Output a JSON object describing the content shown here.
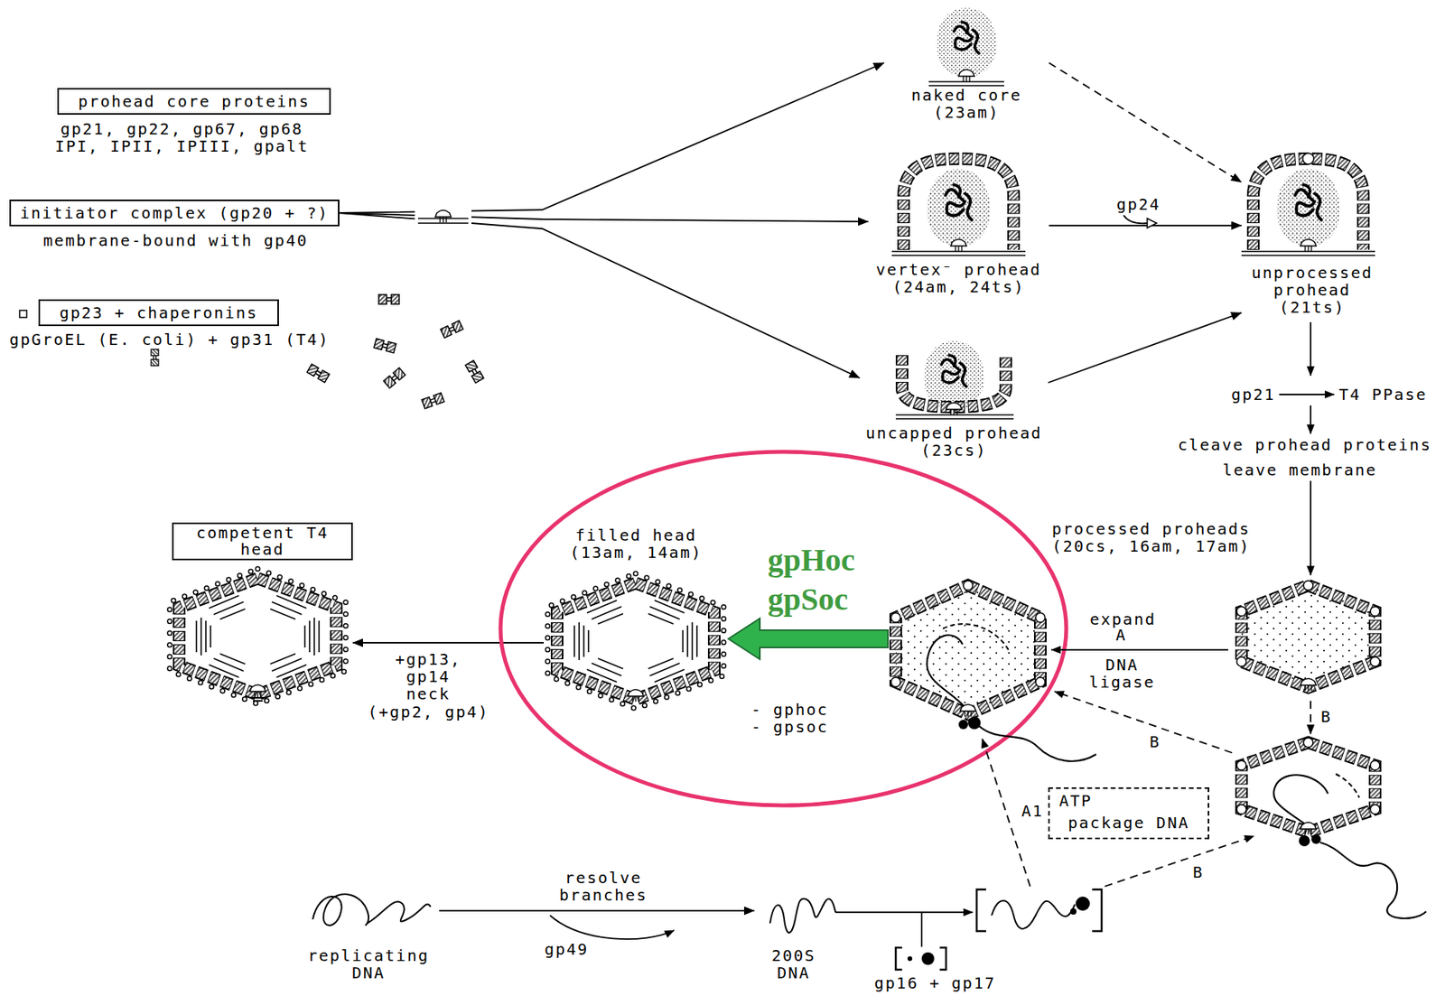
{
  "diagram": {
    "nodes": [
      {
        "text": [
          "prohead core proteins"
        ]
      },
      {
        "text": [
          "initiator complex (gp20 + ?)"
        ]
      },
      {
        "text": [
          "gp23 + chaperonins"
        ]
      },
      {
        "text": [
          "naked core (23am)"
        ]
      },
      {
        "text": [
          "vertex⁻ prohead (24am, 24ts)"
        ]
      },
      {
        "text": [
          "unprocessed prohead (21ts)"
        ]
      },
      {
        "text": [
          "uncapped prohead (23cs)"
        ]
      },
      {
        "text": [
          "processed proheads (20cs, 16am, 17am)"
        ]
      },
      {
        "text": [
          "filled head (13am, 14am)"
        ]
      },
      {
        "text": [
          "competent T4 head"
        ]
      },
      {
        "text": [
          "ATP",
          "package DNA"
        ]
      },
      {
        "text": [
          "replicating DNA"
        ]
      },
      {
        "text": [
          "200S DNA"
        ]
      },
      {
        "text": [
          "gp16 + gp17"
        ]
      }
    ],
    "edges": [
      {
        "from": 1,
        "to": 3,
        "arrow": "to"
      },
      {
        "from": 1,
        "to": 4,
        "arrow": "to"
      },
      {
        "from": 1,
        "to": 6,
        "arrow": "to"
      },
      {
        "from": 3,
        "to": 5,
        "arrow": "to"
      },
      {
        "from": 4,
        "to": 5,
        "arrow": "to"
      },
      {
        "from": 6,
        "to": 5,
        "arrow": "to"
      },
      {
        "from": 7,
        "to": 8,
        "arrow": "to"
      },
      {
        "from": 8,
        "to": 9,
        "arrow": "to"
      },
      {
        "from": 11,
        "to": 12,
        "arrow": "to"
      }
    ],
    "labels": [
      "gp21, gp22, gp67, gp68",
      "IPI, IPII, IPIII, gpalt",
      "membrane-bound with gp40",
      "gpGroEL (E. coli) + gp31 (T4)",
      "gp24",
      "gp21",
      "T4 PPase",
      "cleave prohead proteins",
      "leave membrane",
      "expand",
      "A",
      "DNA ligase",
      "B",
      "B",
      "gpHoc",
      "gpSoc",
      "- gphoc",
      "- gpsoc",
      "+gp13, gp14 neck",
      "(+gp2, gp4)",
      "A1",
      "B",
      "resolve branches",
      "gp49"
    ]
  }
}
